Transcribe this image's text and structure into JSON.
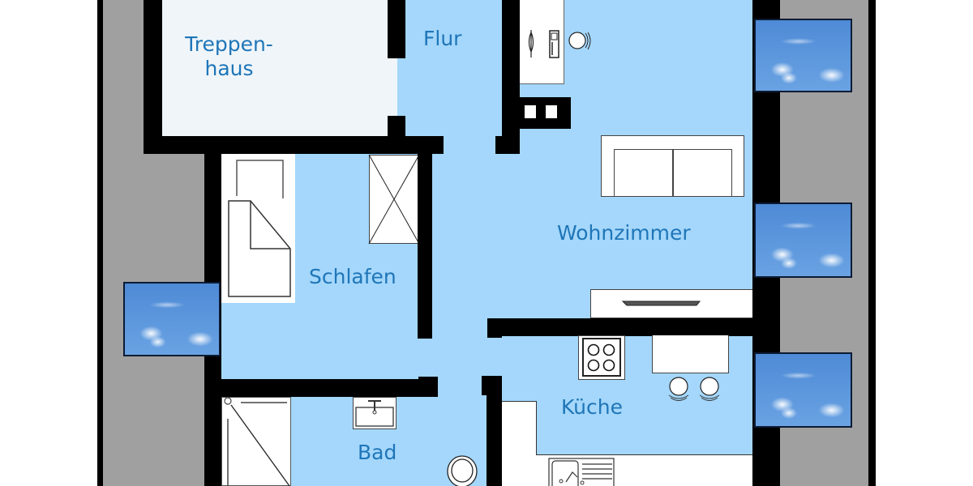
{
  "floorplan": {
    "rooms": [
      {
        "id": "treppenhaus",
        "label_line1": "Treppen-",
        "label_line2": "haus"
      },
      {
        "id": "flur",
        "label": "Flur"
      },
      {
        "id": "wohnzimmer",
        "label": "Wohnzimmer"
      },
      {
        "id": "schlafen",
        "label": "Schlafen"
      },
      {
        "id": "kueche",
        "label": "Küche"
      },
      {
        "id": "bad",
        "label": "Bad"
      }
    ],
    "colors": {
      "floor": "#a4d7fb",
      "stairwell": "#eff5f9",
      "wall": "#000000",
      "exterior": "#a0a0a0",
      "label": "#1f76b8",
      "window_sky": "#5c96dc"
    },
    "windows": [
      {
        "name": "window-wohnzimmer-top"
      },
      {
        "name": "window-wohnzimmer-mid"
      },
      {
        "name": "window-kueche"
      },
      {
        "name": "window-schlafen"
      }
    ],
    "furniture": [
      "bed",
      "wardrobe",
      "sofa",
      "tv-sideboard",
      "stove",
      "kitchen-table",
      "bar-stools",
      "sink",
      "wash-basin",
      "shower",
      "toilet",
      "entry-cabinet"
    ]
  }
}
